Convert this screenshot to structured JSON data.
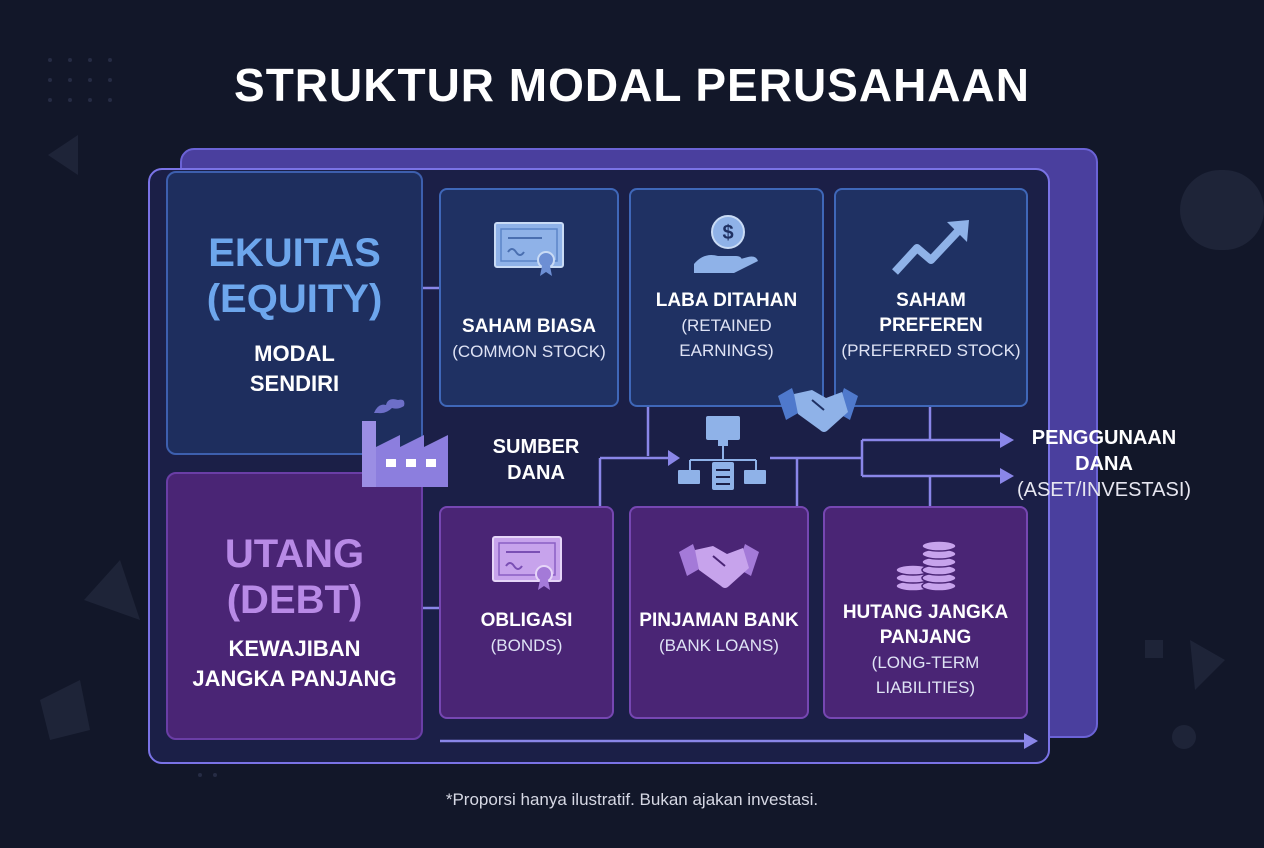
{
  "title": "STRUKTUR MODAL PERUSAHAAN",
  "equity": {
    "heading_line1": "EKUITAS",
    "heading_line2": "(EQUITY)",
    "sub_line1": "MODAL",
    "sub_line2": "SENDIRI",
    "cards": [
      {
        "title": "SAHAM BIASA",
        "sub": "(COMMON STOCK)",
        "icon": "certificate-icon"
      },
      {
        "title": "LABA DITAHAN",
        "sub1": "(RETAINED",
        "sub2": "EARNINGS)",
        "icon": "money-hand-icon"
      },
      {
        "title1": "SAHAM",
        "title2": "PREFEREN",
        "sub": "(PREFERRED STOCK)",
        "icon": "growth-arrow-icon"
      }
    ]
  },
  "debt": {
    "heading_line1": "UTANG",
    "heading_line2": "(DEBT)",
    "sub_line1": "KEWAJIBAN",
    "sub_line2": "JANGKA PANJANG",
    "cards": [
      {
        "title": "OBLIGASI",
        "sub": "(BONDS)",
        "icon": "certificate-icon"
      },
      {
        "title": "PINJAMAN BANK",
        "sub": "(BANK LOANS)",
        "icon": "handshake-icon"
      },
      {
        "title1": "HUTANG JANGKA",
        "title2": "PANJANG",
        "sub1": "(LONG-TERM",
        "sub2": "LIABILITIES)",
        "icon": "coin-stack-icon"
      }
    ]
  },
  "sources": {
    "line1": "SUMBER",
    "line2": "DANA"
  },
  "uses": {
    "line1": "PENGGUNAAN",
    "line2": "DANA",
    "sub": "(ASET/INVESTASI)"
  },
  "note": "*Proporsi hanya ilustratif. Bukan ajakan investasi.",
  "colors": {
    "background": "#121729",
    "equity_accent": "#6da6ec",
    "debt_accent": "#b88ae6",
    "line": "#8a86e8"
  }
}
